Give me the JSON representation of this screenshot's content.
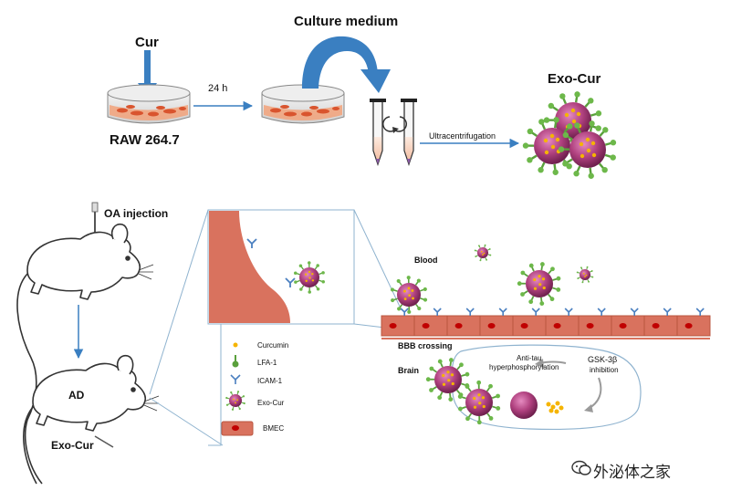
{
  "labels": {
    "cur": "Cur",
    "culture_medium": "Culture medium",
    "time": "24 h",
    "cell_line": "RAW 264.7",
    "process": "Ultracentrifugation",
    "product": "Exo-Cur",
    "injection": "OA injection",
    "disease": "AD",
    "treatment": "Exo-Cur",
    "blood": "Blood",
    "bbb": "BBB crossing",
    "brain": "Brain",
    "anti_tau_1": "Anti-tau",
    "anti_tau_2": "hyperphosphorylation",
    "gsk_1": "GSK-3β",
    "gsk_2": "inhibition"
  },
  "legend": [
    {
      "key": "curcumin",
      "label": "Curcumin"
    },
    {
      "key": "lfa1",
      "label": "LFA-1"
    },
    {
      "key": "icam1",
      "label": "ICAM-1"
    },
    {
      "key": "exocur",
      "label": "Exo-Cur"
    },
    {
      "key": "bmec",
      "label": "BMEC"
    }
  ],
  "watermark": "外泌体之家",
  "colors": {
    "cell_fill": "#e07a66",
    "cell_border": "#c0504d",
    "exosome": "#b0417f",
    "spike": "#6db84a",
    "curcumin": "#f5b400",
    "arrow_blue": "#3a7fc1",
    "icam": "#4a7fc0"
  }
}
